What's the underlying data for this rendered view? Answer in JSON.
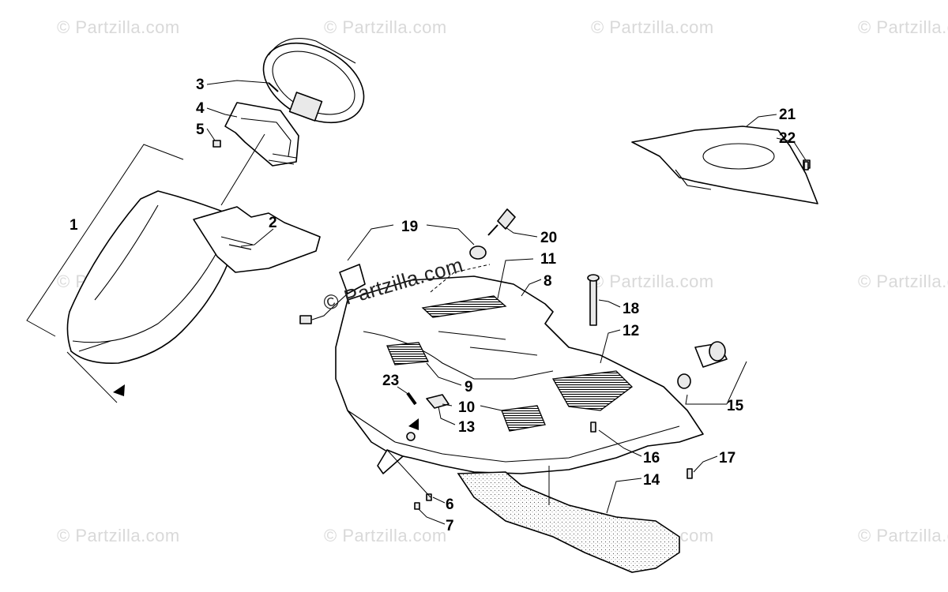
{
  "watermark": {
    "text": "© Partzilla.com"
  },
  "callouts": {
    "c1": "1",
    "c2": "2",
    "c3": "3",
    "c4": "4",
    "c5": "5",
    "c6": "6",
    "c7": "7",
    "c8": "8",
    "c9": "9",
    "c10": "10",
    "c11": "11",
    "c12": "12",
    "c13": "13",
    "c14": "14",
    "c15": "15",
    "c16": "16",
    "c17": "17",
    "c18": "18",
    "c19": "19",
    "c20": "20",
    "c21": "21",
    "c22": "22",
    "c23": "23"
  }
}
